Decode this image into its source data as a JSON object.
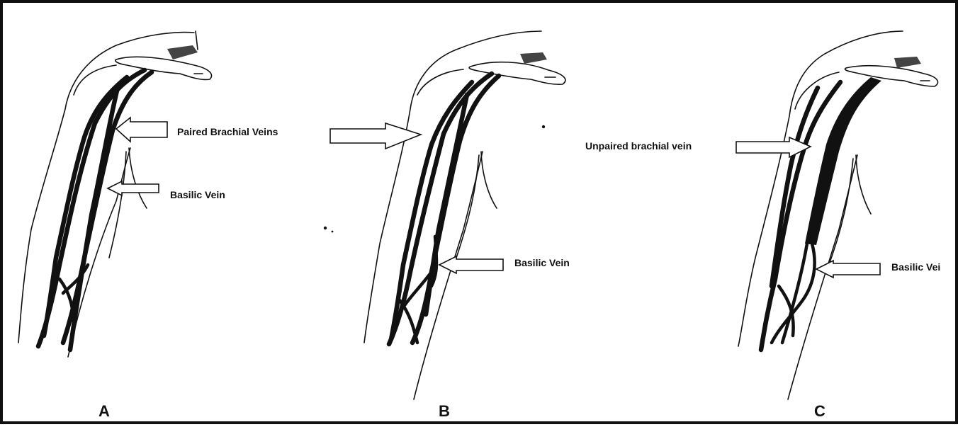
{
  "panels": [
    {
      "letter": "A",
      "labels": [
        "Paired Brachial  Veins",
        "Basilic Vein"
      ]
    },
    {
      "letter": "B",
      "labels": [
        "Basilic Vein"
      ]
    },
    {
      "letter": "C",
      "labels": [
        "Unpaired brachial vein",
        "Basilic Vei"
      ]
    }
  ],
  "colors": {
    "ink": "#111111",
    "background": "#ffffff"
  }
}
